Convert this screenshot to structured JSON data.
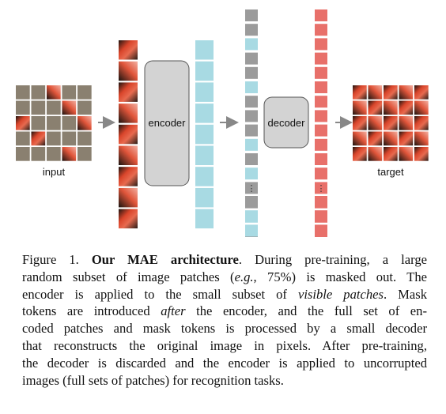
{
  "figure": {
    "labels": {
      "input": "input",
      "target": "target",
      "encoder": "encoder",
      "decoder": "decoder",
      "ellipsis": "⋮"
    },
    "colors": {
      "visible_token": "#a8dae3",
      "mask_token": "#9b9b9b",
      "decoder_output": "#e8706a",
      "block_fill": "#d3d3d3",
      "block_stroke": "#555555",
      "masked_patch": "#8a8070",
      "arrow": "#888888"
    },
    "mask_token_pattern": [
      "mask",
      "mask",
      "vis",
      "mask",
      "mask",
      "vis",
      "mask",
      "mask",
      "mask",
      "vis",
      "mask",
      "vis",
      "mask",
      "mask",
      "vis",
      "mask",
      "vis",
      "mask",
      "vis",
      "vis",
      "mask"
    ]
  },
  "caption": {
    "fig_no": "Figure 1.",
    "title": "Our MAE architecture",
    "lines": [
      [
        "During pre-training, a large"
      ],
      [
        "random subset of image patches (",
        {
          "i": "e.g."
        },
        ", 75%) is masked out. The"
      ],
      [
        "encoder is applied to the small subset of ",
        {
          "i": "visible patches"
        },
        ". Mask"
      ],
      [
        "tokens are introduced ",
        {
          "i": "after"
        },
        " the encoder, and the full set of en-"
      ],
      [
        "coded patches and mask tokens is processed by a small decoder"
      ],
      [
        "that reconstructs the original image in pixels. After pre-training,"
      ],
      [
        "the decoder is discarded and the encoder is applied to uncorrupted"
      ],
      [
        "images (full sets of patches) for recognition tasks."
      ]
    ]
  }
}
